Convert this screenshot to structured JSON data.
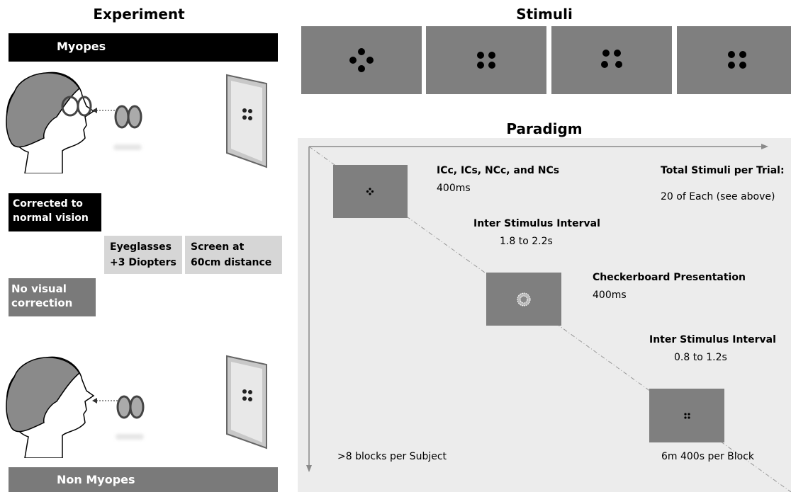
{
  "experiment": {
    "title": "Experiment",
    "myopes_label": "Myopes",
    "corrected_label_line1": "Corrected to",
    "corrected_label_line2": "normal vision",
    "eyeglasses_line1": "Eyeglasses",
    "eyeglasses_line2": "+3 Diopters",
    "screen_line1": "Screen at",
    "screen_line2": "60cm distance",
    "no_correction_line1": "No visual",
    "no_correction_line2": "correction",
    "non_myopes_label": "Non Myopes"
  },
  "stimuli": {
    "title": "Stimuli",
    "panels": [
      "ICc-stimulus",
      "NCc-stimulus",
      "ICs-stimulus",
      "NCs-stimulus"
    ]
  },
  "paradigm": {
    "title": "Paradigm",
    "stim_types_label": "ICc, ICs, NCc, and NCs",
    "stim_duration": "400ms",
    "total_label": "Total Stimuli per Trial:",
    "total_value": "20 of Each (see above)",
    "isi1_label": "Inter Stimulus Interval",
    "isi1_value": "1.8 to 2.2s",
    "checker_label": "Checkerboard Presentation",
    "checker_duration": "400ms",
    "isi2_label": "Inter Stimulus Interval",
    "isi2_value": "0.8 to 1.2s",
    "blocks_label": ">8 blocks per Subject",
    "block_time_label": "6m 400s per Block"
  },
  "colors": {
    "panel_gray": "#7f7f7f",
    "paradigm_bg": "#ececec",
    "light_box": "#d6d6d6"
  }
}
